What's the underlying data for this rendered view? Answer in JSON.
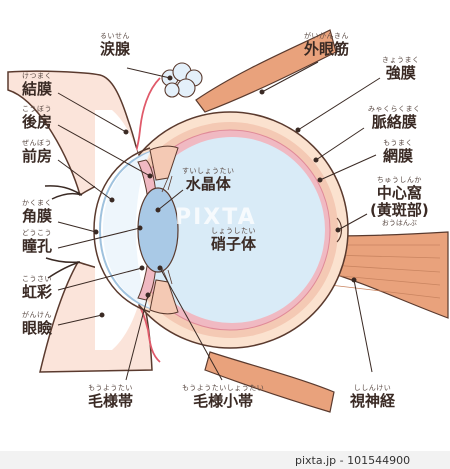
{
  "labels": {
    "lacrimal_gland": {
      "ruby": "るいせん",
      "text": "涙腺"
    },
    "extraocular_muscle": {
      "ruby": "がいがんきん",
      "text": "外眼筋"
    },
    "conjunctiva": {
      "ruby": "けつまく",
      "text": "結膜"
    },
    "sclera": {
      "ruby": "きょうまく",
      "text": "強膜"
    },
    "posterior_chamber": {
      "ruby": "こうぼう",
      "text": "後房"
    },
    "choroid": {
      "ruby": "みゃくらくまく",
      "text": "脈絡膜"
    },
    "anterior_chamber": {
      "ruby": "ぜんぼう",
      "text": "前房"
    },
    "retina": {
      "ruby": "もうまく",
      "text": "網膜"
    },
    "lens": {
      "ruby": "すいしょうたい",
      "text": "水晶体"
    },
    "fovea": {
      "ruby": "ちゅうしんか",
      "text": "中心窩",
      "text2": "(黄斑部)",
      "ruby2": "おうはんぶ"
    },
    "cornea": {
      "ruby": "かくまく",
      "text": "角膜"
    },
    "pupil": {
      "ruby": "どうこう",
      "text": "瞳孔"
    },
    "vitreous": {
      "ruby": "しょうしたい",
      "text": "硝子体"
    },
    "iris": {
      "ruby": "こうさい",
      "text": "虹彩"
    },
    "eyelid": {
      "ruby": "がんけん",
      "text": "眼瞼"
    },
    "ciliary_body": {
      "ruby": "もうようたい",
      "text": "毛様帯"
    },
    "zonule": {
      "ruby": "もうようたいしょうたい",
      "text": "毛様小帯"
    },
    "optic_nerve": {
      "ruby": "ししんけい",
      "text": "視神経"
    }
  },
  "watermark": "PIXTA",
  "footer": "pixta.jp - 101544900",
  "colors": {
    "sclera": "#fbe2cf",
    "choroid": "#f4c9b4",
    "retina": "#f0b9c2",
    "vitreous": "#d9ebf7",
    "lens": "#a9c9e6",
    "muscle": "#e9a27c",
    "outline": "#5a3a2e",
    "skin": "#fbe4da"
  }
}
